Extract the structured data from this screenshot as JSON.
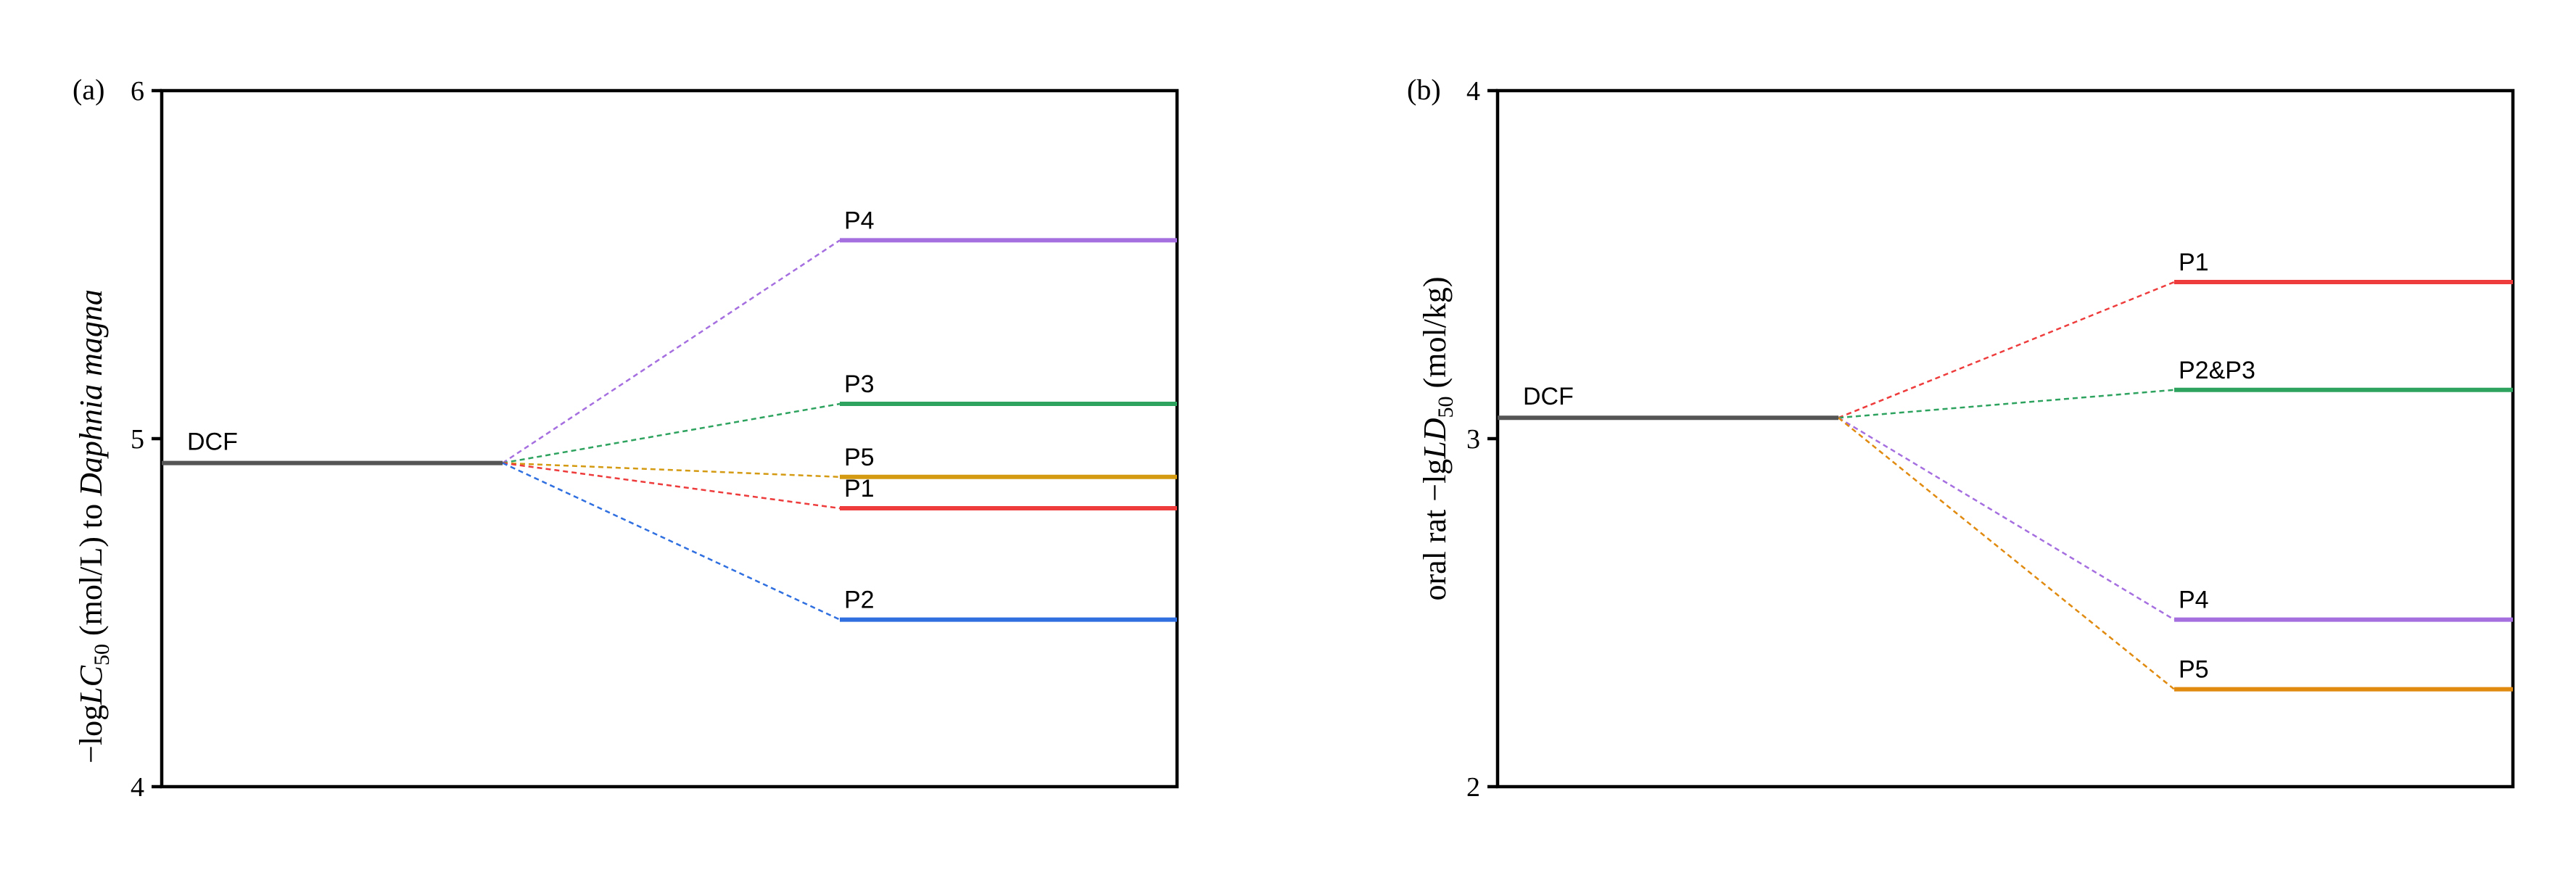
{
  "chart_data": [
    {
      "type": "line",
      "panel_label": "(a)",
      "ylabel": {
        "prefix": "−log",
        "quantity": "LC",
        "subscript": "50",
        "unit": " (mol/L) to ",
        "species": "Daphnia magna"
      },
      "ylim": [
        4,
        6
      ],
      "yticks": [
        "4",
        "5",
        "6"
      ],
      "grid": false,
      "parent": {
        "name": "DCF",
        "value": 4.93,
        "color": "#555555"
      },
      "products": [
        {
          "name": "P4",
          "value": 5.57,
          "color": "#A56FE0"
        },
        {
          "name": "P3",
          "value": 5.1,
          "color": "#2EA35F"
        },
        {
          "name": "P5",
          "value": 4.89,
          "color": "#D49A12"
        },
        {
          "name": "P1",
          "value": 4.8,
          "color": "#EE3B3B"
        },
        {
          "name": "P2",
          "value": 4.48,
          "color": "#2F6FE0"
        }
      ]
    },
    {
      "type": "line",
      "panel_label": "(b)",
      "ylabel": {
        "prefix": "oral rat −lg",
        "quantity": "LD",
        "subscript": "50",
        "unit": " (mol/kg)",
        "species": ""
      },
      "ylim": [
        2,
        4
      ],
      "yticks": [
        "2",
        "3",
        "4"
      ],
      "grid": false,
      "parent": {
        "name": "DCF",
        "value": 3.06,
        "color": "#555555"
      },
      "products": [
        {
          "name": "P1",
          "value": 3.45,
          "color": "#EE3B3B"
        },
        {
          "name": "P2&P3",
          "value": 3.14,
          "color": "#2EA35F"
        },
        {
          "name": "P4",
          "value": 2.48,
          "color": "#A56FE0"
        },
        {
          "name": "P5",
          "value": 2.28,
          "color": "#E08A10"
        }
      ]
    }
  ]
}
